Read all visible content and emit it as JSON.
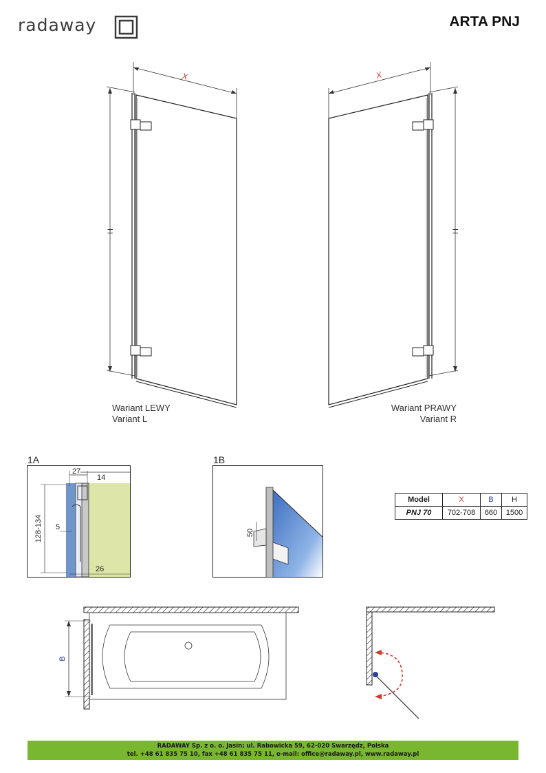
{
  "header": {
    "logo_text": "radaway",
    "title": "ARTA PNJ"
  },
  "drawing_labels": {
    "width": "X",
    "height": "H",
    "depth": "B"
  },
  "variants": {
    "left_line1": "Wariant LEWY",
    "left_line2": "Variant L",
    "right_line1": "Wariant PRAWY",
    "right_line2": "Variant R"
  },
  "detail_1a": {
    "label": "1A",
    "dim_top_a": "27",
    "dim_top_b": "14",
    "dim_height": "128-134",
    "dim_gap": "5",
    "dim_bottom": "26"
  },
  "detail_1b": {
    "label": "1B",
    "dim_hinge": "50"
  },
  "spec_table": {
    "headers": [
      "Model",
      "X",
      "B",
      "H"
    ],
    "header_colors": [
      "#111111",
      "#d03a2a",
      "#2a3f9a",
      "#111111"
    ],
    "rows": [
      [
        "PNJ 70",
        "702-708",
        "660",
        "1500"
      ]
    ]
  },
  "footer": {
    "line1": "RADAWAY Sp. z o. o. Jasin; ul. Rabowicka 59, 62-020 Swarzędz, Polska",
    "line2": "tel. +48 61 835 75 10, fax +48 61 835 75 11, e-mail: office@radaway.pl, www.radaway.pl",
    "color": "#7ab730"
  }
}
